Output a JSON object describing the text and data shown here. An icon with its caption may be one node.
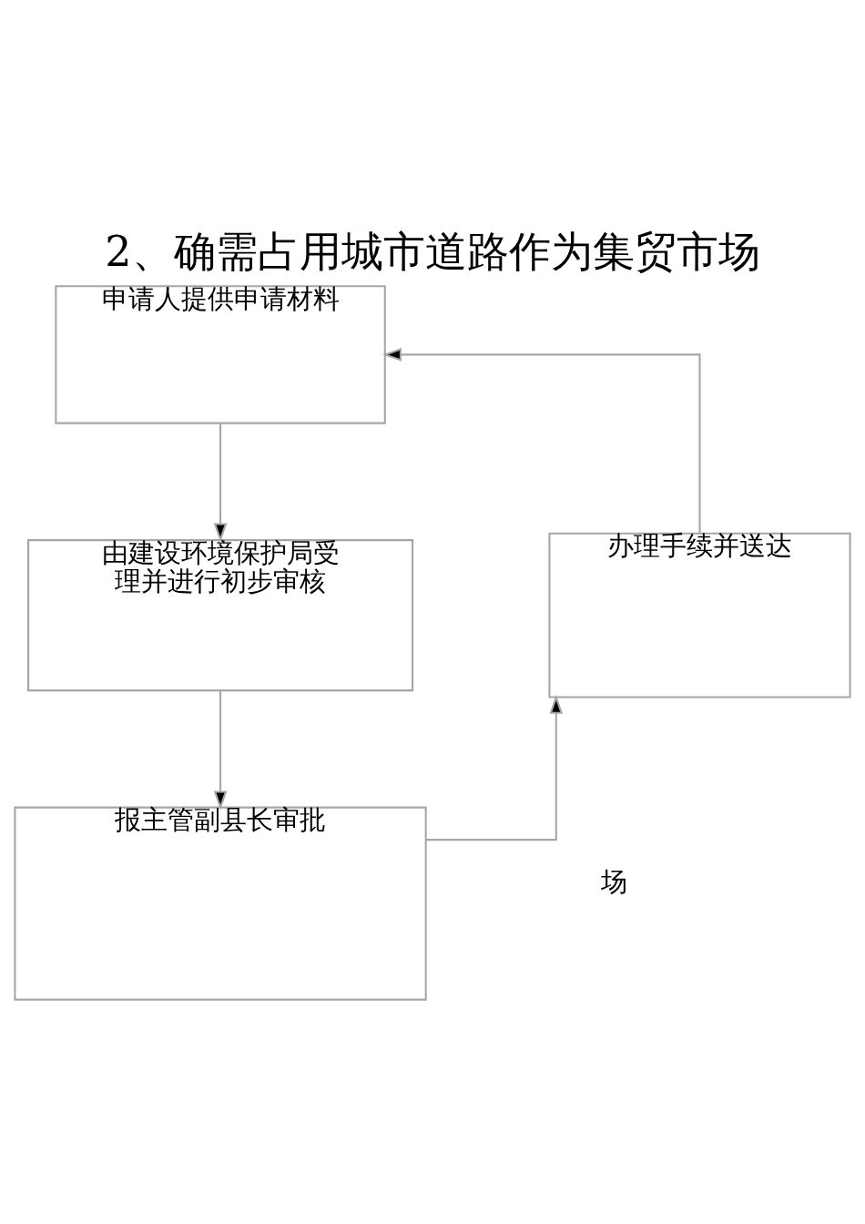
{
  "diagram": {
    "title": "2、确需占用城市道路作为集贸市场",
    "nodes": [
      {
        "text": [
          "申请人提供申请材料"
        ]
      },
      {
        "text": [
          "由建设环境保护局受理并进行初步审核"
        ]
      },
      {
        "text": [
          "报主管副县长审批"
        ]
      },
      {
        "text": [
          "办理手续并送达"
        ]
      }
    ],
    "edges": [
      {
        "from": 0,
        "to": 1,
        "arrow": "to"
      },
      {
        "from": 1,
        "to": 2,
        "arrow": "to"
      },
      {
        "from": 2,
        "to": 3,
        "arrow": "to"
      },
      {
        "from": 3,
        "to": 0,
        "arrow": "to"
      }
    ],
    "labels": [
      "场"
    ]
  }
}
